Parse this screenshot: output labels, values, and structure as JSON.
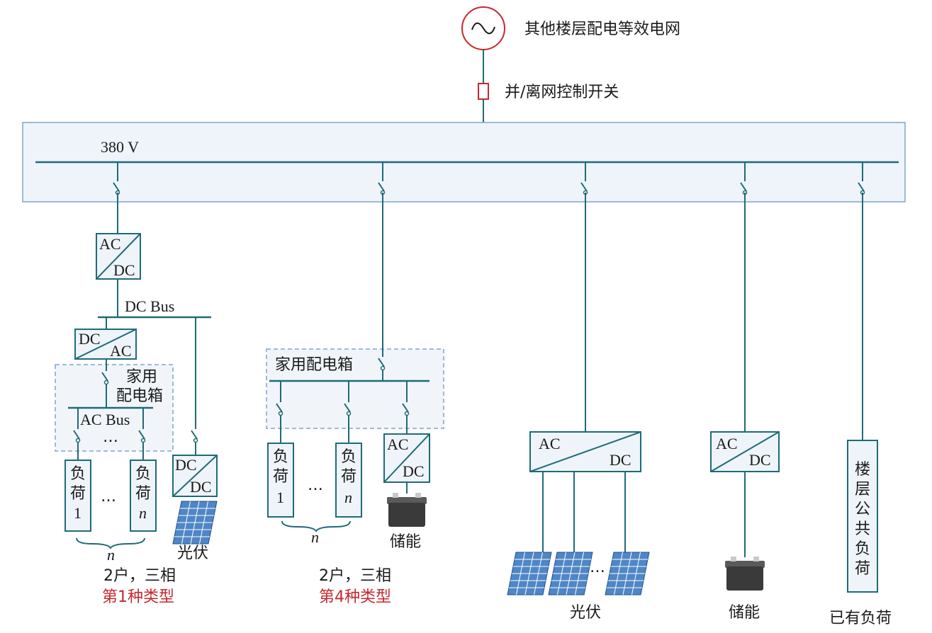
{
  "grid": {
    "label": "其他楼层配电等效电网"
  },
  "switch": {
    "label": "并/离网控制开关"
  },
  "bus": {
    "voltage": "380 V"
  },
  "converters": {
    "ac": "AC",
    "dc": "DC"
  },
  "type1": {
    "dc_bus": "DC Bus",
    "ac_bus": "AC Bus",
    "box": "家用配电箱",
    "box_line1": "家用",
    "box_line2": "配电箱",
    "load_char1": "负",
    "load_char2": "荷",
    "load_index_1": "1",
    "load_index_n": "n",
    "dots": "…",
    "n": "n",
    "pv": "光伏",
    "caption": "2户，三相",
    "type_label": "第1种类型"
  },
  "type4": {
    "box": "家用配电箱",
    "load_char1": "负",
    "load_char2": "荷",
    "load_index_1": "1",
    "load_index_n": "n",
    "dots": "…",
    "n": "n",
    "storage": "储能",
    "caption": "2户，三相",
    "type_label": "第4种类型"
  },
  "pv_branch": {
    "dots": "…",
    "label": "光伏"
  },
  "storage_branch": {
    "label": "储能"
  },
  "public_load": {
    "chars": [
      "楼",
      "层",
      "公",
      "共",
      "负",
      "荷"
    ],
    "label": "已有负荷"
  }
}
